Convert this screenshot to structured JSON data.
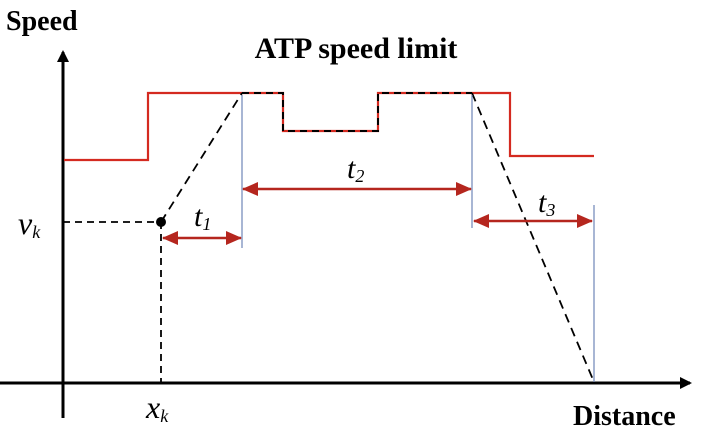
{
  "title": "ATP speed limit",
  "axes": {
    "y_label": "Speed",
    "x_label": "Distance"
  },
  "markers": {
    "v_main": "v",
    "v_sub": "k",
    "x_main": "x",
    "x_sub": "k"
  },
  "intervals": [
    {
      "main": "t",
      "sub": "1"
    },
    {
      "main": "t",
      "sub": "2"
    },
    {
      "main": "t",
      "sub": "3"
    }
  ],
  "colors": {
    "limit_line": "#d42a20",
    "arrow": "#b5261e",
    "guide": "#6f86b8",
    "curve": "#000000"
  }
}
